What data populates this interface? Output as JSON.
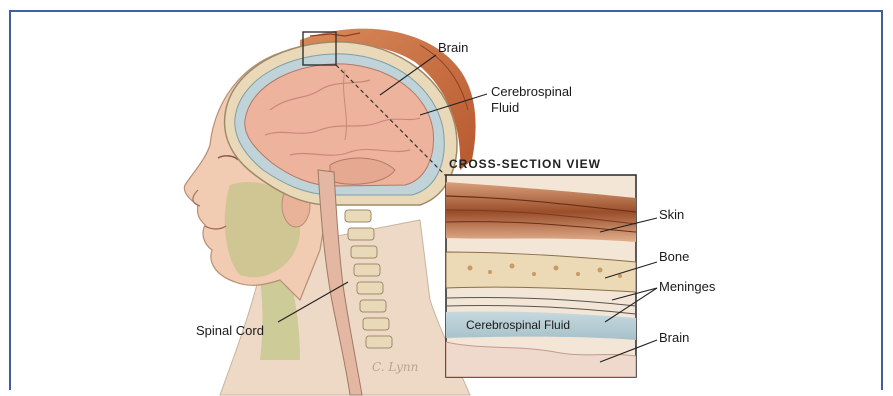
{
  "labels": {
    "brain_main": "Brain",
    "csf_main_line1": "Cerebrospinal",
    "csf_main_line2": "Fluid",
    "cross_section_heading": "CROSS-SECTION VIEW",
    "skin": "Skin",
    "bone": "Bone",
    "meninges": "Meninges",
    "csf_inset": "Cerebrospinal Fluid",
    "brain_inset": "Brain",
    "spinal_cord": "Spinal Cord"
  },
  "signature": "C. Lynn",
  "colors": {
    "frame_border": "#3f5f9f",
    "skin_tone": "#f2c9ad",
    "hair": "#c76a3f",
    "brain": "#efb7a0",
    "csf_blue": "#b9cfd6",
    "neck_green": "#c8c890",
    "bone_tan": "#e9d9b8"
  }
}
